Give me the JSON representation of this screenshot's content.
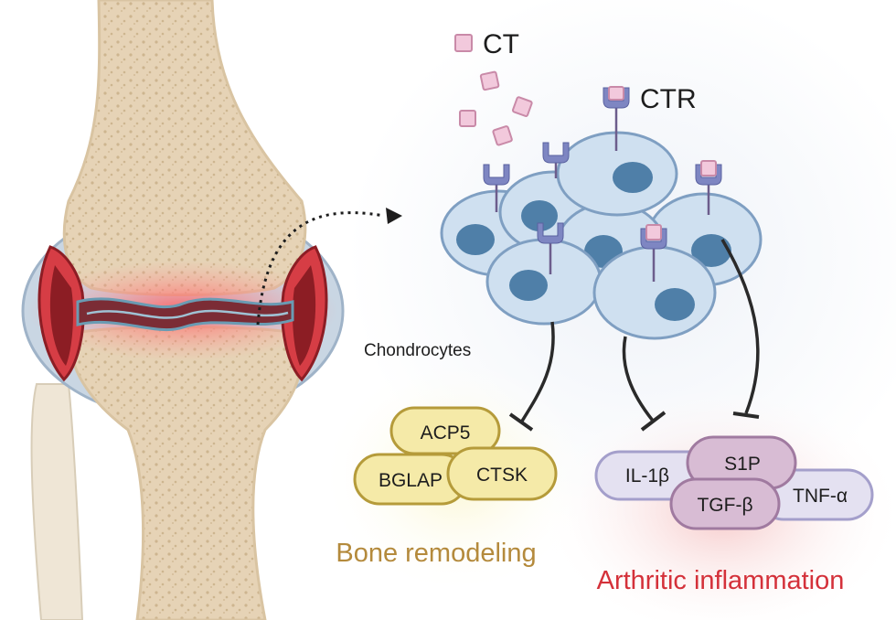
{
  "legend": {
    "ct_label": "CT",
    "ctr_label": "CTR"
  },
  "cells": {
    "label": "Chondrocytes"
  },
  "bone_remodeling": {
    "markers": [
      "ACP5",
      "BGLAP",
      "CTSK"
    ],
    "title": "Bone remodeling"
  },
  "inflammation": {
    "markers": [
      "IL-1β",
      "S1P",
      "TGF-β",
      "TNF-α"
    ],
    "title": "Arthritic inflammation"
  },
  "colors": {
    "ct": "#f2c9dc",
    "receptor": "#7e86c2",
    "cell_fill": "#cfe0f0",
    "nucleus": "#4f7fa8",
    "bone": "#ecdcc4",
    "inflamed": "#e5414a",
    "remodel_fill": "#f5eaa8",
    "remodel_title": "#b48a3c",
    "inflam_fill": "#dcd6ec",
    "inflam_title": "#d4313a"
  }
}
